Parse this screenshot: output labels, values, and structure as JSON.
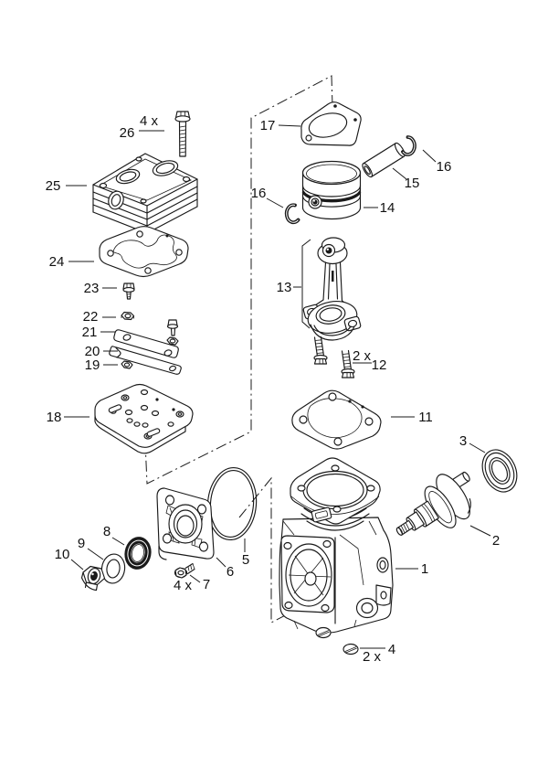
{
  "diagram": {
    "type": "exploded-parts-diagram",
    "subject": "air compressor assembly",
    "colors": {
      "background": "#ffffff",
      "line": "#1a1a1a",
      "label": "#111111"
    },
    "callouts": [
      {
        "part": "1",
        "label": "1"
      },
      {
        "part": "2",
        "label": "2"
      },
      {
        "part": "3",
        "label": "3"
      },
      {
        "part": "4",
        "label": "4",
        "qty": "2 x"
      },
      {
        "part": "5",
        "label": "5"
      },
      {
        "part": "6",
        "label": "6"
      },
      {
        "part": "7",
        "label": "7",
        "qty": "4 x"
      },
      {
        "part": "8",
        "label": "8"
      },
      {
        "part": "9",
        "label": "9"
      },
      {
        "part": "10",
        "label": "10"
      },
      {
        "part": "11",
        "label": "11"
      },
      {
        "part": "12",
        "label": "12",
        "qty": "2 x"
      },
      {
        "part": "13",
        "label": "13"
      },
      {
        "part": "14",
        "label": "14"
      },
      {
        "part": "15",
        "label": "15"
      },
      {
        "part": "16",
        "label": "16"
      },
      {
        "part": "17",
        "label": "17"
      },
      {
        "part": "18",
        "label": "18"
      },
      {
        "part": "19",
        "label": "19"
      },
      {
        "part": "20",
        "label": "20"
      },
      {
        "part": "21",
        "label": "21"
      },
      {
        "part": "22",
        "label": "22"
      },
      {
        "part": "23",
        "label": "23"
      },
      {
        "part": "24",
        "label": "24"
      },
      {
        "part": "25",
        "label": "25"
      },
      {
        "part": "26",
        "label": "26",
        "qty": "4 x"
      }
    ]
  }
}
